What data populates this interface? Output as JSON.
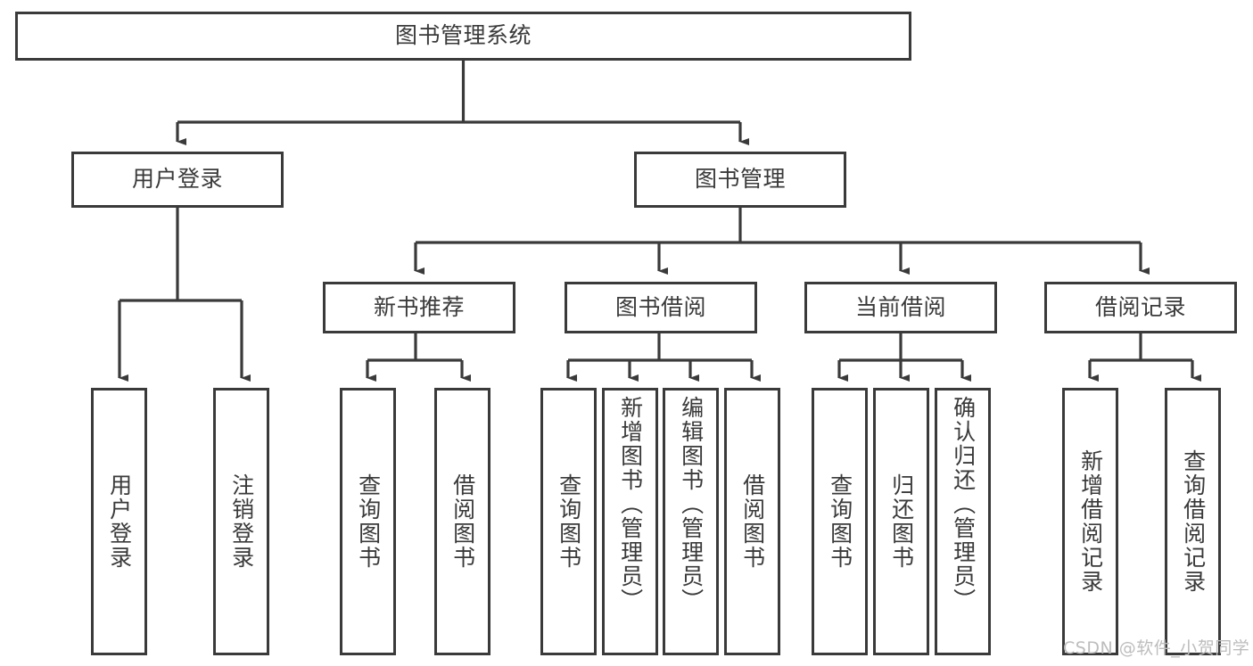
{
  "diagram": {
    "type": "tree-hierarchy",
    "title": "图书管理系统",
    "watermark": "CSDN @软件_小贺同学",
    "colors": {
      "stroke": "#3a3a3a",
      "fill": "#ffffff",
      "background": "#ffffff",
      "watermark": "#bdbdbd"
    },
    "nodes": {
      "root": {
        "label": "图书管理系统"
      },
      "level2": [
        {
          "id": "user-login",
          "label": "用户登录"
        },
        {
          "id": "book-manage",
          "label": "图书管理"
        }
      ],
      "level3": [
        {
          "id": "new-book-recommend",
          "label": "新书推荐"
        },
        {
          "id": "book-borrow",
          "label": "图书借阅"
        },
        {
          "id": "current-borrow",
          "label": "当前借阅"
        },
        {
          "id": "borrow-record",
          "label": "借阅记录"
        }
      ],
      "leaves": {
        "user-login": [
          {
            "id": "leaf-user-login",
            "label": "用户登录"
          },
          {
            "id": "leaf-user-logout",
            "label": "注销登录"
          }
        ],
        "new-book-recommend": [
          {
            "id": "leaf-query-book-1",
            "label": "查询图书"
          },
          {
            "id": "leaf-borrow-book-1",
            "label": "借阅图书"
          }
        ],
        "book-borrow": [
          {
            "id": "leaf-query-book-2",
            "label": "查询图书"
          },
          {
            "id": "leaf-add-book",
            "label": "新增图书（管理员）"
          },
          {
            "id": "leaf-edit-book",
            "label": "编辑图书（管理员）"
          },
          {
            "id": "leaf-borrow-book-2",
            "label": "借阅图书"
          }
        ],
        "current-borrow": [
          {
            "id": "leaf-query-book-3",
            "label": "查询图书"
          },
          {
            "id": "leaf-return-book",
            "label": "归还图书"
          },
          {
            "id": "leaf-confirm-return",
            "label": "确认归还（管理员）"
          }
        ],
        "borrow-record": [
          {
            "id": "leaf-add-record",
            "label": "新增借阅记录"
          },
          {
            "id": "leaf-query-record",
            "label": "查询借阅记录"
          }
        ]
      }
    }
  }
}
